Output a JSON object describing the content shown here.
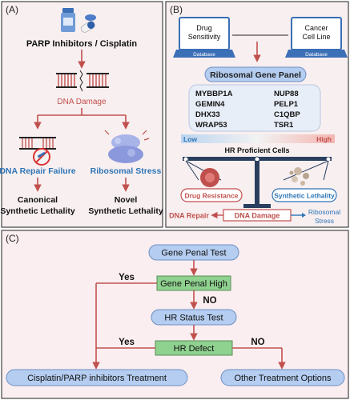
{
  "panel_a": {
    "letter": "(A)",
    "drug": "PARP Inhibitors / Cisplatin",
    "dna_damage": "DNA Damage",
    "left_branch": "DNA Repair Failure",
    "right_branch": "Ribosomal Stress",
    "left_outcome_line1": "Canonical",
    "left_outcome_line2": "Synthetic Lethality",
    "right_outcome_line1": "Novel",
    "right_outcome_line2": "Synthetic Lethality"
  },
  "panel_b": {
    "letter": "(B)",
    "db_left_line1": "Drug",
    "db_left_line2": "Sensitivity",
    "db_left_footer": "Database",
    "db_right_line1": "Cancer",
    "db_right_line2": "Cell Line",
    "db_right_footer": "Database",
    "gene_panel_title": "Ribosomal Gene Panel",
    "genes_left": [
      "MYBBP1A",
      "GEMIN4",
      "DHX33",
      "WRAP53"
    ],
    "genes_right": [
      "NUP88",
      "PELP1",
      "C1QBP",
      "TSR1"
    ],
    "low": "Low",
    "high": "High",
    "hr_proficient": "HR Proficient Cells",
    "drug_resistance": "Drug Resistance",
    "synthetic_lethality": "Synthetic Lethality",
    "dna_repair": "DNA Repair",
    "dna_damage": "DNA Damage",
    "ribosomal_line1": "Ribosomal",
    "ribosomal_line2": "Stress"
  },
  "panel_c": {
    "letter": "(C)",
    "step1": "Gene Penal Test",
    "step2": "Gene Penal High",
    "step3": "HR Status Test",
    "step4": "HR Defect",
    "yes1": "Yes",
    "no1": "NO",
    "yes2": "Yes",
    "no2": "NO",
    "treatment": "Cisplatin/PARP inhibitors Treatment",
    "other": "Other Treatment Options"
  },
  "colors": {
    "panel_bg": "#f8eff0",
    "panel_c_bg": "#fbeef0",
    "arrow": "#c0504d",
    "blue_text": "#2e75b6",
    "red_text": "#c0504d",
    "pill_fill": "#b4cdf0",
    "green_fill": "#8fd18f",
    "gene_box": "#e8eef8"
  }
}
